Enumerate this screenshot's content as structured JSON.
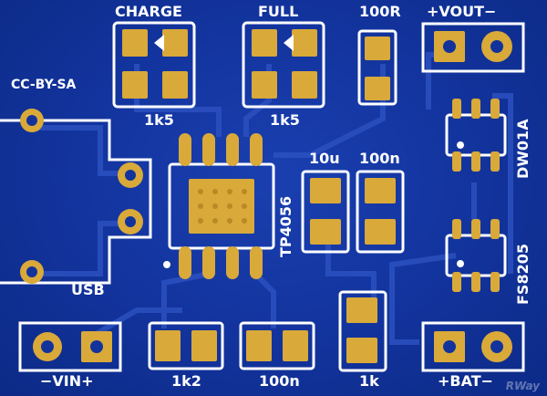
{
  "board": {
    "colors": {
      "substrate": "#12339c",
      "trace": "#2a4fbe",
      "pad": "#d9a93a",
      "silkscreen": "#ffffff"
    },
    "labels": {
      "charge": "CHARGE",
      "full": "FULL",
      "r_top": "100R",
      "vout": "+VOUT−",
      "license": "CC-BY-SA",
      "r_charge": "1k5",
      "r_full": "1k5",
      "c_10u": "10u",
      "c_100n_top": "100n",
      "ic_main": "TP4056",
      "ic_protect": "DW01A",
      "ic_mosfet": "FS8205",
      "usb": "USB",
      "vin": "−VIN+",
      "r_prog": "1k2",
      "c_100n_bottom": "100n",
      "r_1k": "1k",
      "bat": "+BAT−",
      "watermark": "RWay"
    }
  }
}
